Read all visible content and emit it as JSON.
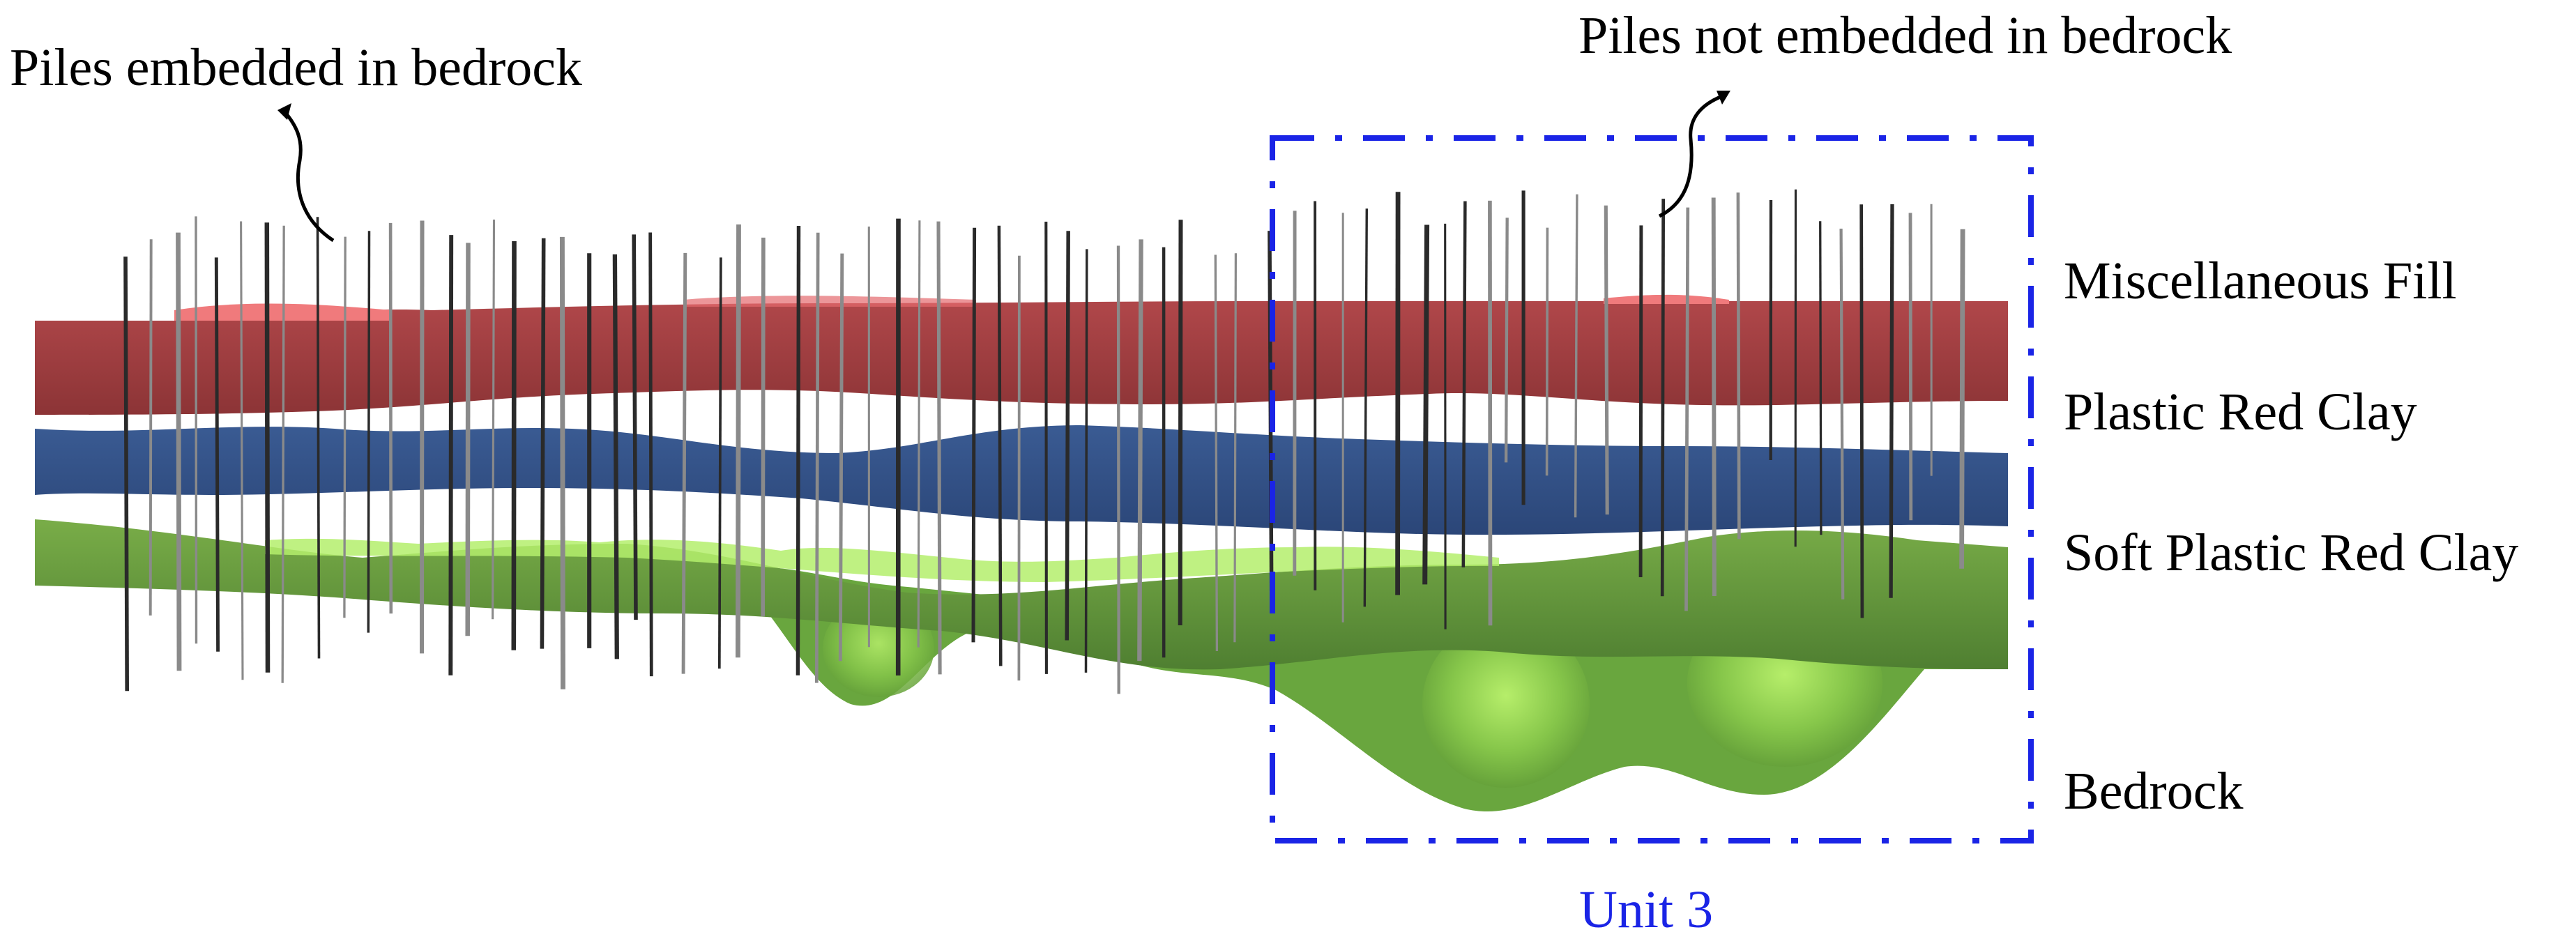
{
  "annotations": {
    "embedded": "Piles embedded in bedrock",
    "not_embedded": "Piles not embedded in bedrock"
  },
  "layers": [
    {
      "key": "fill",
      "label": "Miscellaneous Fill",
      "color": "#9b3a3c"
    },
    {
      "key": "plastic",
      "label": "Plastic Red Clay",
      "color": "#2f4f85"
    },
    {
      "key": "soft",
      "label": "Soft Plastic Red Clay",
      "color": "#5c8f3c"
    },
    {
      "key": "bedrock",
      "label": "Bedrock",
      "color": "#6fae42"
    }
  ],
  "unit": {
    "label": "Unit 3",
    "color": "#1a24e6"
  }
}
